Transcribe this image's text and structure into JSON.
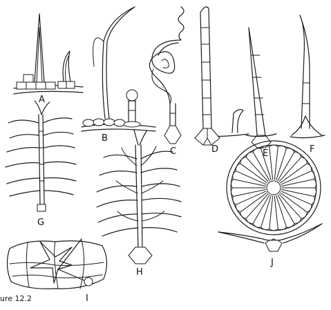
{
  "figure": {
    "caption": "ure 12.2",
    "labels": {
      "a": "A",
      "b": "B",
      "c": "C",
      "d": "D",
      "e": "E",
      "f": "F",
      "g": "G",
      "h": "H",
      "i": "I",
      "j": "J"
    }
  }
}
